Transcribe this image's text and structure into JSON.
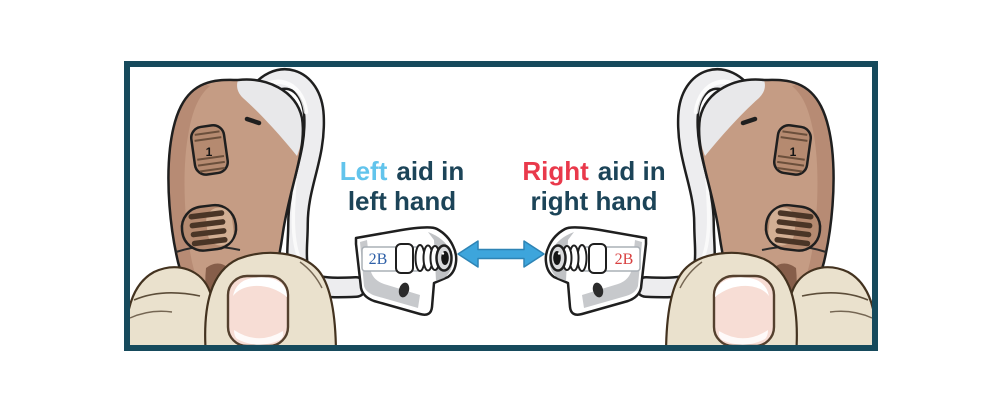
{
  "frame": {
    "border_color": "#164A5C"
  },
  "captions": {
    "text_color": "#1C4458",
    "left": {
      "highlight": "Left",
      "rest_line1": "aid in",
      "line2": "left hand",
      "highlight_color": "#62C4EC"
    },
    "right": {
      "highlight": "Right",
      "rest_line1": "aid in",
      "line2": "right hand",
      "highlight_color": "#E9394B"
    }
  },
  "arrow": {
    "type": "double-headed-horizontal",
    "color": "#3DA5DC",
    "outline_color": "#2E84B5"
  },
  "device_labels": {
    "left_mold": "2B",
    "right_mold": "2B",
    "left_mold_color": "#2D5FA7",
    "right_mold_color": "#D84040",
    "volume_dial": "1"
  },
  "illustration": {
    "subject": "behind-the-ear hearing aid held between thumb and finger, tube leading to earmold",
    "colors": {
      "aid_body": "#C59C84",
      "aid_body_shade": "#AD8169",
      "hook_gray": "#E8E8EA",
      "tube_fill": "#EDEDEF",
      "outline": "#1F1F1F",
      "hand": "#EAE1CD",
      "hand_outline": "#43321F",
      "nail": "#F7DDD5",
      "wheel": "#B58A70",
      "grille_slot": "#4A3526"
    }
  }
}
